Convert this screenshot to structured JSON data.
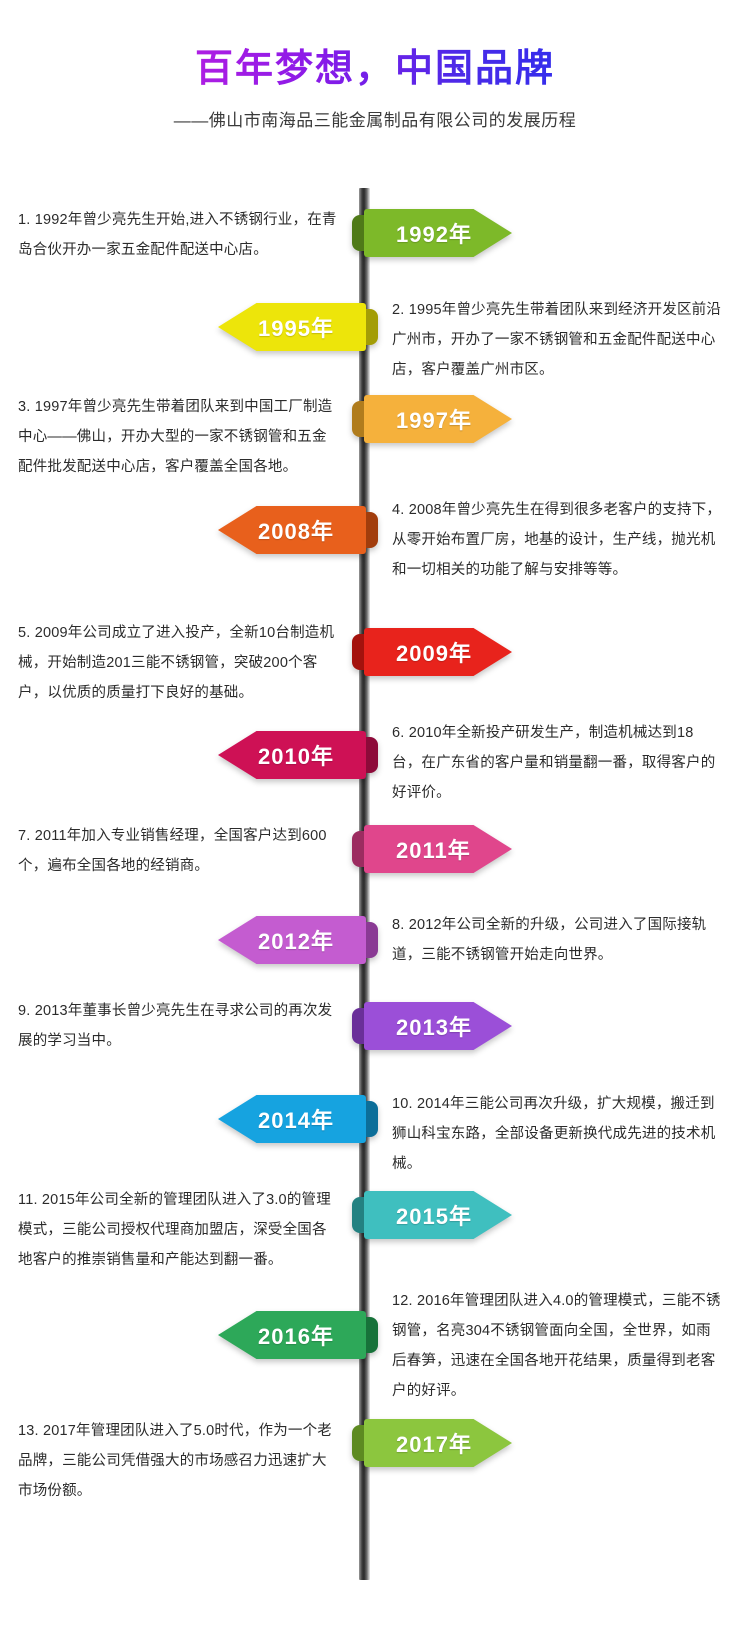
{
  "header": {
    "title": "百年梦想，中国品牌",
    "subtitle": "——佛山市南海品三能金属制品有限公司的发展历程",
    "title_gradient_from": "#b415e8",
    "title_gradient_to": "#1f35f0"
  },
  "timeline": {
    "pole_color": "#3d3d3d",
    "entries": [
      {
        "year": "1992年",
        "color": "#7DB929",
        "fold_color": "#4f7a18",
        "ribbon_side": "right",
        "text_side": "left",
        "text": "1. 1992年曾少亮先生开始,进入不锈钢行业，在青岛合伙开办一家五金配件配送中心店。"
      },
      {
        "year": "1995年",
        "color": "#EDE50A",
        "fold_color": "#a39d06",
        "ribbon_side": "left",
        "text_side": "right",
        "text": "2. 1995年曾少亮先生带着团队来到经济开发区前沿广州市，开办了一家不锈钢管和五金配件配送中心店，客户覆盖广州市区。"
      },
      {
        "year": "1997年",
        "color": "#F5B13C",
        "fold_color": "#b07c1d",
        "ribbon_side": "right",
        "text_side": "left",
        "text": "3. 1997年曾少亮先生带着团队来到中国工厂制造中心——佛山，开办大型的一家不锈钢管和五金配件批发配送中心店，客户覆盖全国各地。"
      },
      {
        "year": "2008年",
        "color": "#E8601C",
        "fold_color": "#a23d0c",
        "ribbon_side": "left",
        "text_side": "right",
        "text": "4. 2008年曾少亮先生在得到很多老客户的支持下，从零开始布置厂房，地基的设计，生产线，抛光机和一切相关的功能了解与安排等等。"
      },
      {
        "year": "2009年",
        "color": "#E8231C",
        "fold_color": "#a4120d",
        "ribbon_side": "right",
        "text_side": "left",
        "text": "5. 2009年公司成立了进入投产，全新10台制造机械，开始制造201三能不锈钢管，突破200个客户，以优质的质量打下良好的基础。"
      },
      {
        "year": "2010年",
        "color": "#CE1155",
        "fold_color": "#8d0a39",
        "ribbon_side": "left",
        "text_side": "right",
        "text": "6. 2010年全新投产研发生产，制造机械达到18台，在广东省的客户量和销量翻一番，取得客户的好评价。"
      },
      {
        "year": "2011年",
        "color": "#E0468C",
        "fold_color": "#9c2c60",
        "ribbon_side": "right",
        "text_side": "left",
        "text": "7. 2011年加入专业销售经理，全国客户达到600个，遍布全国各地的经销商。"
      },
      {
        "year": "2012年",
        "color": "#C45CD0",
        "fold_color": "#8a3a94",
        "ribbon_side": "left",
        "text_side": "right",
        "text": "8. 2012年公司全新的升级，公司进入了国际接轨道，三能不锈钢管开始走向世界。"
      },
      {
        "year": "2013年",
        "color": "#9B4FD8",
        "fold_color": "#6a2f99",
        "ribbon_side": "right",
        "text_side": "left",
        "text": "9. 2013年董事长曾少亮先生在寻求公司的再次发展的学习当中。"
      },
      {
        "year": "2014年",
        "color": "#16A3E0",
        "fold_color": "#0c6e99",
        "ribbon_side": "left",
        "text_side": "right",
        "text": "10. 2014年三能公司再次升级，扩大规模，搬迁到狮山科宝东路，全部设备更新换代成先进的技术机械。"
      },
      {
        "year": "2015年",
        "color": "#3FBFBF",
        "fold_color": "#238181",
        "ribbon_side": "right",
        "text_side": "left",
        "text": "11. 2015年公司全新的管理团队进入了3.0的管理模式，三能公司授权代理商加盟店，深受全国各地客户的推崇销售量和产能达到翻一番。"
      },
      {
        "year": "2016年",
        "color": "#2DA859",
        "fold_color": "#17723a",
        "ribbon_side": "left",
        "text_side": "right",
        "text": "12. 2016年管理团队进入4.0的管理模式，三能不锈钢管，名亮304不锈钢管面向全国，全世界，如雨后春笋，迅速在全国各地开花结果，质量得到老客户的好评。"
      },
      {
        "year": "2017年",
        "color": "#8CC63E",
        "fold_color": "#5d8a21",
        "ribbon_side": "right",
        "text_side": "left",
        "text": "13. 2017年管理团队进入了5.0时代，作为一个老品牌，三能公司凭借强大的市场感召力迅速扩大市场份额。"
      }
    ]
  }
}
